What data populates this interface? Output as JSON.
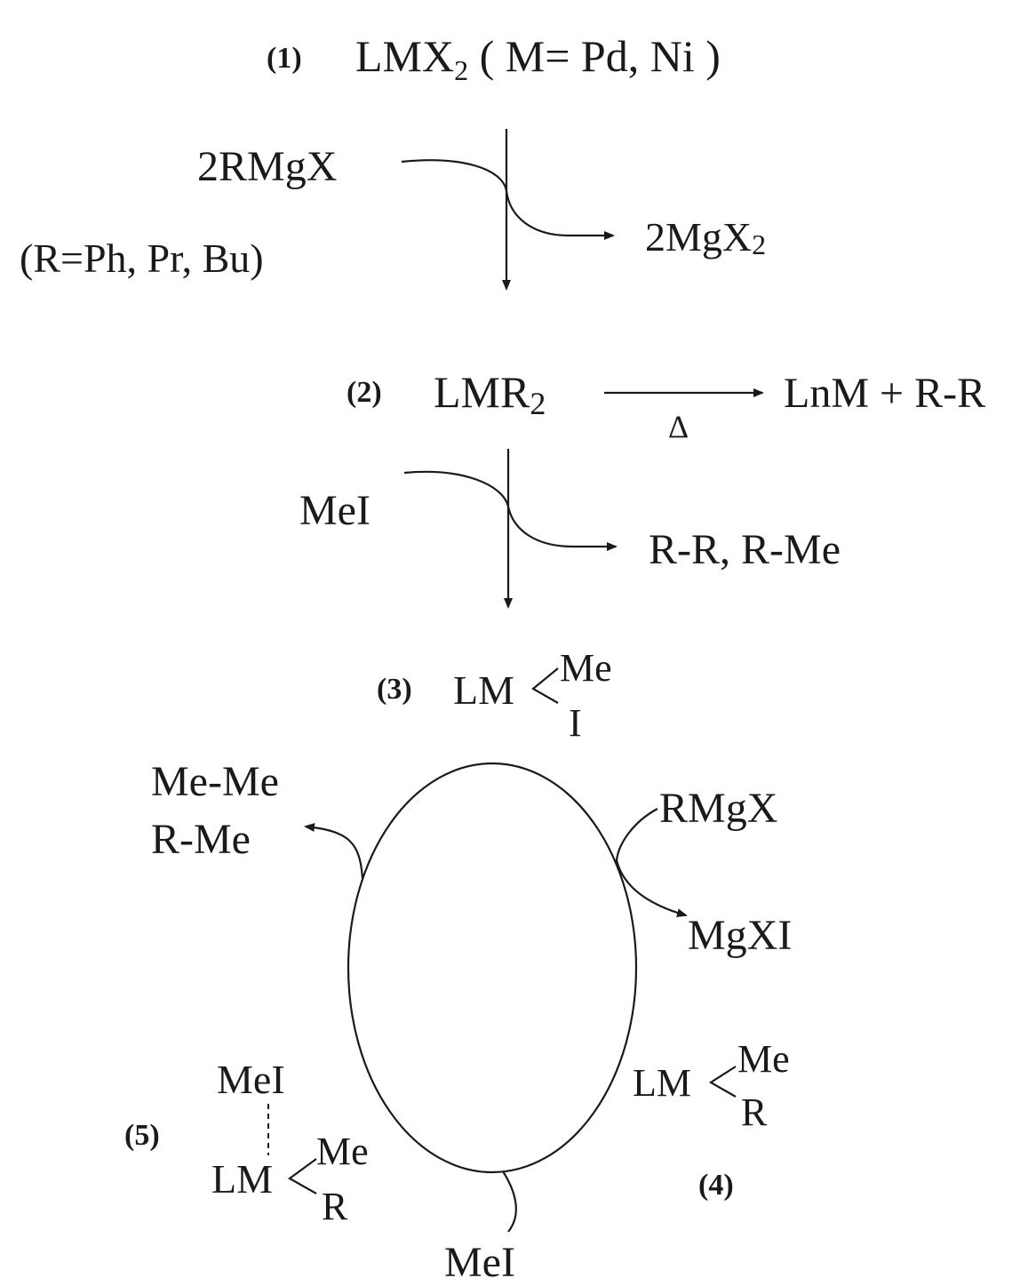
{
  "step1": {
    "label": "(1)",
    "formula": "LMX",
    "formula_sub": "2",
    "condition": "( M= Pd, Ni )"
  },
  "reagent1": {
    "formula": "2RMgX",
    "condition": "(R=Ph, Pr, Bu)"
  },
  "byproduct1": {
    "formula": "2MgX",
    "formula_sub": "2"
  },
  "step2": {
    "label": "(2)",
    "formula": "LMR",
    "formula_sub": "2"
  },
  "decomposition": {
    "condition": "Δ",
    "product": "LnM + R-R"
  },
  "reagent2": {
    "formula": "MeI"
  },
  "byproduct2": {
    "formula": "R-R, R-Me"
  },
  "step3": {
    "label": "(3)",
    "lm": "LM",
    "top": "Me",
    "bottom": "I"
  },
  "cycle": {
    "out_products": [
      "Me-Me",
      "R-Me"
    ],
    "reagent_in": "RMgX",
    "byproduct_out": "MgXI",
    "bottom_reagent": "MeI"
  },
  "step4": {
    "label": "(4)",
    "lm": "LM",
    "top": "Me",
    "bottom": "R"
  },
  "step5": {
    "label": "(5)",
    "adduct": "MeI",
    "lm": "LM",
    "top": "Me",
    "bottom": "R"
  }
}
